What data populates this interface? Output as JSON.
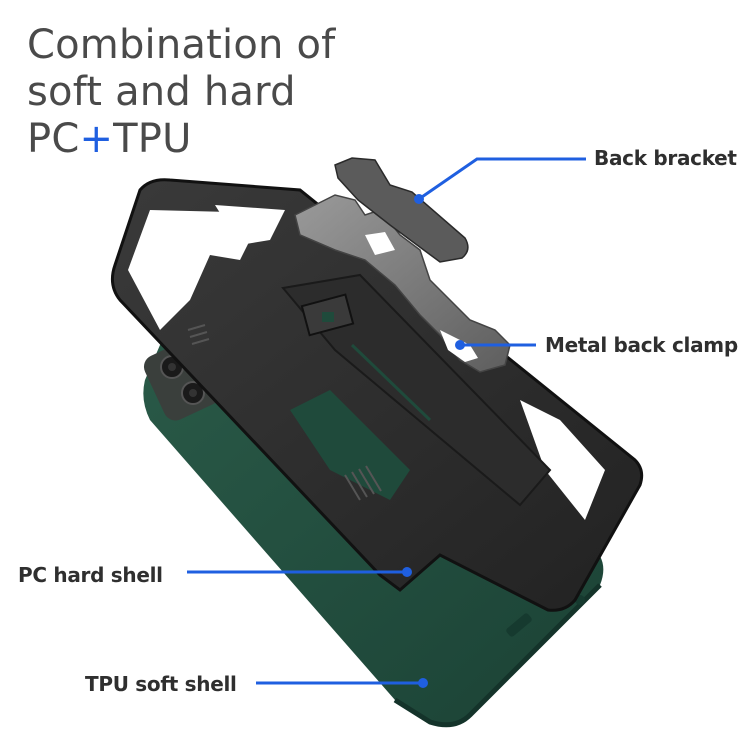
{
  "headline": {
    "line1": "Combination of",
    "line2": "soft and hard",
    "line3_part1": "PC",
    "line3_plus": "+",
    "line3_part2": "TPU"
  },
  "callouts": [
    {
      "label": "Back bracket"
    },
    {
      "label": "Metal back clamp"
    },
    {
      "label": "PC hard shell"
    },
    {
      "label": "TPU soft shell"
    }
  ],
  "colors": {
    "accent_blue": "#1f5fe0",
    "headline_gray": "#4a4a4a",
    "label_dark": "#2f2f2f",
    "tpu_green": "#1f4a3b",
    "pc_black": "#2b2b2b",
    "metal_gray": "#7a7a7a"
  }
}
